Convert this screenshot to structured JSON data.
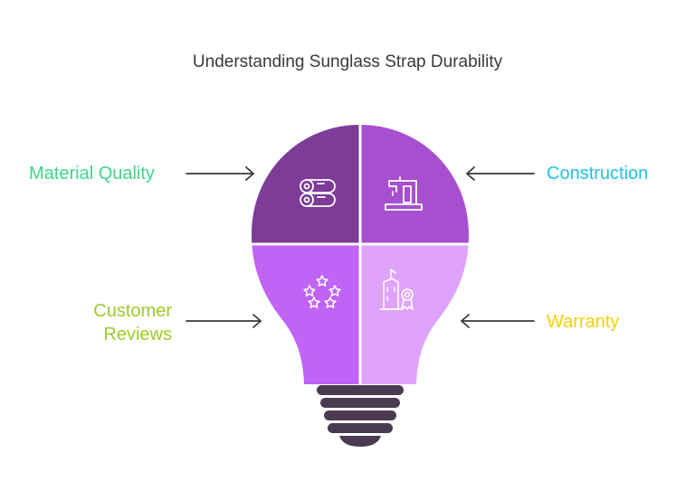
{
  "title": "Understanding Sunglass Strap Durability",
  "quadrants": [
    {
      "key": "material",
      "label": "Material Quality",
      "icon": "wood-logs-icon",
      "fill": "#7d3c98",
      "label_color": "#3dd68c"
    },
    {
      "key": "construction",
      "label": "Construction",
      "icon": "sewing-machine-icon",
      "fill": "#a84fd1",
      "label_color": "#1fc2e8"
    },
    {
      "key": "reviews",
      "label_lines": [
        "Customer",
        "Reviews"
      ],
      "icon": "five-stars-icon",
      "fill": "#c163f4",
      "label_color": "#9ccc27"
    },
    {
      "key": "warranty",
      "label": "Warranty",
      "icon": "certificate-badge-icon",
      "fill": "#dfa3fb",
      "label_color": "#f2d20c"
    }
  ],
  "colors": {
    "arrow": "#3a3a3a",
    "base": "#4a3b52",
    "divider": "#ffffff"
  }
}
